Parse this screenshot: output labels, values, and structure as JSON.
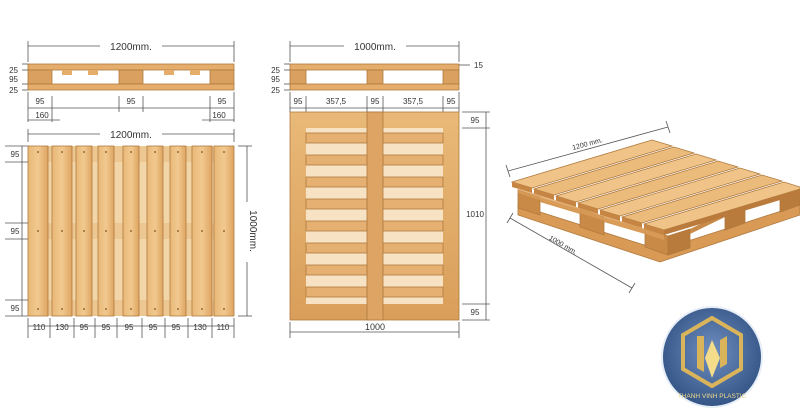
{
  "colors": {
    "wood_light": "#efc489",
    "wood_mid": "#e2aa68",
    "wood_dark": "#c98a47",
    "wood_edge": "#b07a3e",
    "dim_line": "#555555",
    "logo_outer": "#3a5f93",
    "logo_gold": "#d9b45a",
    "logo_text": "#f3dc8a"
  },
  "pallet_1200": {
    "width_label": "1200mm.",
    "side_labels": [
      "25",
      "95",
      "25"
    ],
    "bottom_row": [
      "95",
      "95",
      "95"
    ],
    "bottom_row2": [
      "160",
      "160"
    ],
    "top_width_label": "1200mm.",
    "height_label": "1000mm.",
    "left_labels": [
      "95",
      "95",
      "95"
    ],
    "board_widths": [
      "110",
      "130",
      "95",
      "95",
      "95",
      "95",
      "95",
      "130",
      "110"
    ]
  },
  "pallet_1000": {
    "width_label": "1000mm.",
    "side_labels": [
      "25",
      "95",
      "25"
    ],
    "right_label": "15",
    "bottom_row": [
      "95",
      "357,5",
      "95",
      "357,5",
      "95"
    ],
    "right_labels": [
      "95",
      "1010",
      "95"
    ],
    "bottom_label": "1000"
  },
  "perspective": {
    "length_label": "1200 mm.",
    "depth_label": "1000 mm."
  },
  "logo": {
    "brand": "THANH VINH PLASTIC"
  }
}
